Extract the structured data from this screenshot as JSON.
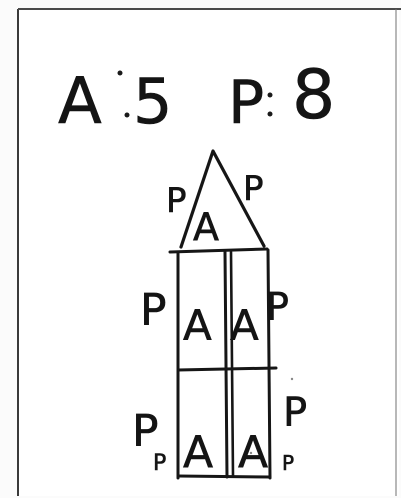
{
  "header": {
    "a_label": "A",
    "a_count": "5",
    "p_label": "P",
    "p_count": "8"
  },
  "drawing": {
    "top_triangle": {
      "center": "A",
      "left": "P",
      "right": "P"
    },
    "middle_row": {
      "cells": [
        "A",
        "A"
      ],
      "left": "P",
      "right": "P"
    },
    "bottom_row": {
      "cells": [
        "A",
        "A"
      ],
      "left": [
        "P",
        "P"
      ],
      "right": [
        "P",
        "P"
      ]
    }
  }
}
